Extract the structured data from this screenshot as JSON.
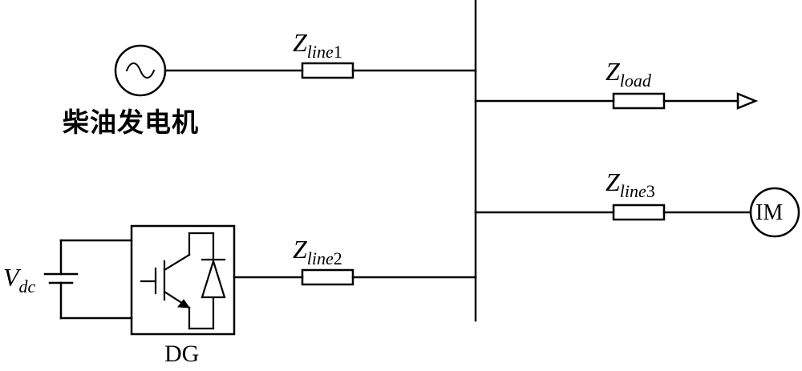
{
  "generator_label": "柴油发电机",
  "dg_label": "DG",
  "motor_label": "IM",
  "vdc": {
    "main": "V",
    "sub": "dc"
  },
  "z_line1": {
    "main": "Z",
    "sub": "line",
    "num": "1"
  },
  "z_line2": {
    "main": "Z",
    "sub": "line",
    "num": "2"
  },
  "z_line3": {
    "main": "Z",
    "sub": "line",
    "num": "3"
  },
  "z_load": {
    "main": "Z",
    "sub": "load",
    "num": ""
  }
}
